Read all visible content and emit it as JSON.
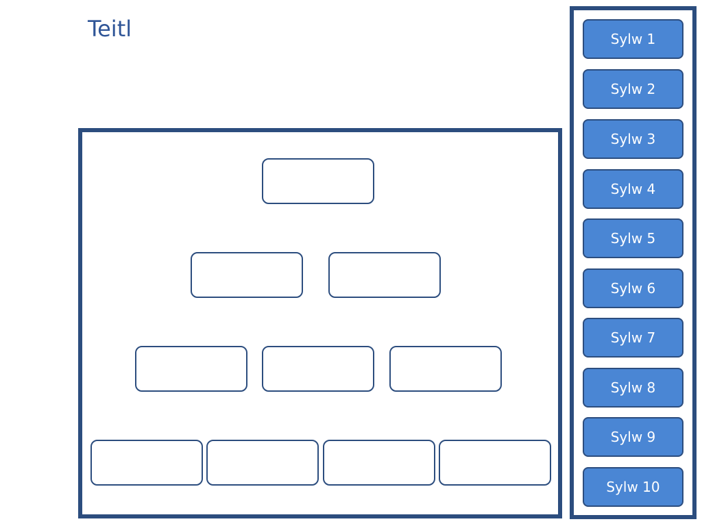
{
  "title": "Teitl",
  "sidebar": {
    "buttons": [
      {
        "label": "Sylw 1"
      },
      {
        "label": "Sylw 2"
      },
      {
        "label": "Sylw 3"
      },
      {
        "label": "Sylw 4"
      },
      {
        "label": "Sylw 5"
      },
      {
        "label": "Sylw 6"
      },
      {
        "label": "Sylw 7"
      },
      {
        "label": "Sylw 8"
      },
      {
        "label": "Sylw 9"
      },
      {
        "label": "Sylw 10"
      }
    ]
  },
  "pyramid": {
    "rows": [
      1,
      2,
      3,
      4
    ]
  },
  "colors": {
    "frame": "#2c4d7e",
    "button_fill": "#4a86d4",
    "title": "#2f5597"
  }
}
